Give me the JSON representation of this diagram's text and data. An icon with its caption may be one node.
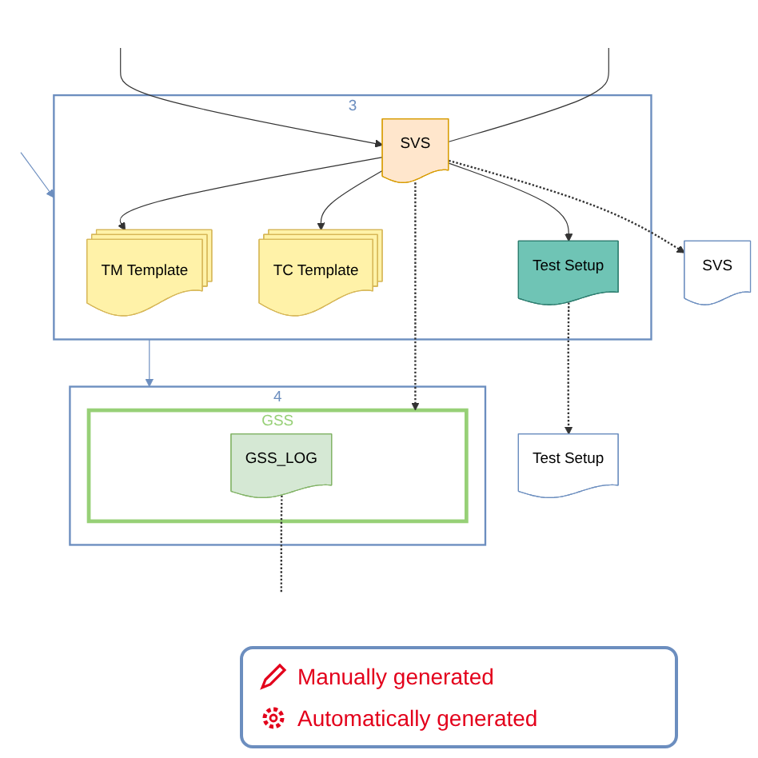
{
  "diagram": {
    "nodes": [
      {
        "text": [
          "3"
        ]
      },
      {
        "text": [
          "TM Template"
        ],
        "in": 0
      },
      {
        "text": [
          "TC Template"
        ],
        "in": 0
      },
      {
        "text": [
          "SVS"
        ],
        "in": 0
      },
      {
        "text": [
          "Test Setup"
        ],
        "in": 0
      },
      {
        "text": [
          "4"
        ]
      },
      {
        "text": [
          "GSS"
        ],
        "in": 5
      },
      {
        "text": [
          "GSS_LOG"
        ],
        "in": 6
      },
      {
        "text": [
          "Test Setup"
        ]
      },
      {
        "text": [
          "SVS"
        ]
      }
    ],
    "edges": [
      {
        "from": null,
        "to": 0,
        "arrow": "to",
        "color": "#6c8ebf"
      },
      {
        "from": 0,
        "to": 5,
        "arrow": "to",
        "color": "#6c8ebf"
      },
      {
        "from": 3,
        "to": 1,
        "arrow": "to"
      },
      {
        "from": 3,
        "to": 2,
        "arrow": "to"
      },
      {
        "from": 3,
        "to": 4,
        "arrow": "to"
      },
      {
        "from": 3,
        "to": 6,
        "arrow": "to",
        "style": "dashed"
      },
      {
        "from": null,
        "to": 3,
        "arrow": "to"
      },
      {
        "from": null,
        "to": 3,
        "arrow": "none"
      },
      {
        "from": 4,
        "to": 8,
        "arrow": "to",
        "style": "dashed"
      },
      {
        "from": 3,
        "to": 9,
        "arrow": "to",
        "style": "dashed"
      },
      {
        "from": 7,
        "to": null,
        "arrow": "none",
        "style": "dashed"
      }
    ],
    "legend": [
      {
        "text": "Manually generated"
      },
      {
        "text": "Automatically generated"
      }
    ]
  }
}
